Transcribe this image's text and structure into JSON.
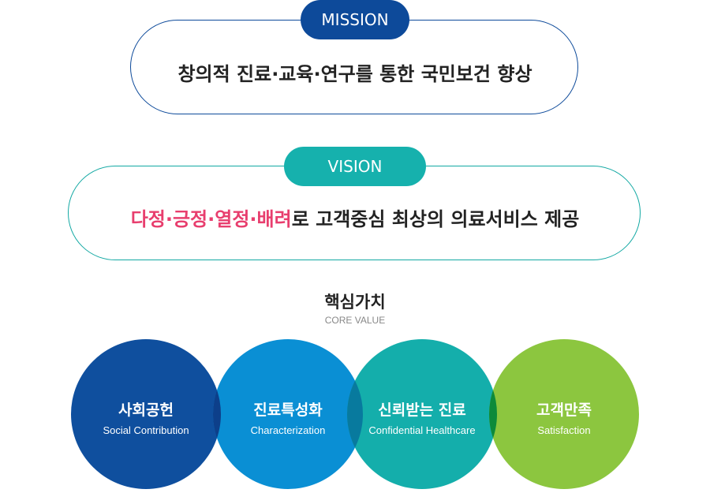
{
  "mission": {
    "label": "MISSION",
    "statement": "창의적 진료·교육·연구를 통한 국민보건 향상"
  },
  "vision": {
    "label": "VISION",
    "highlight": "다정·긍정·열정·배려",
    "statement_rest": "로 고객중심 최상의 의료서비스 제공"
  },
  "core_values": {
    "title": "핵심가치",
    "subtitle": "CORE VALUE",
    "items": [
      {
        "name": "사회공헌",
        "english": "Social  Contribution",
        "color": "#0f4f9e"
      },
      {
        "name": "진료특성화",
        "english": "Characterization",
        "color": "#0a8fd4"
      },
      {
        "name": "신뢰받는 진료",
        "english": "Confidential Healthcare",
        "color": "#14aeab"
      },
      {
        "name": "고객만족",
        "english": "Satisfaction",
        "color": "#8cc63f"
      }
    ],
    "overlap_colors": [
      "#0d3f8a",
      "#087a9e",
      "#0d8a3a"
    ]
  }
}
